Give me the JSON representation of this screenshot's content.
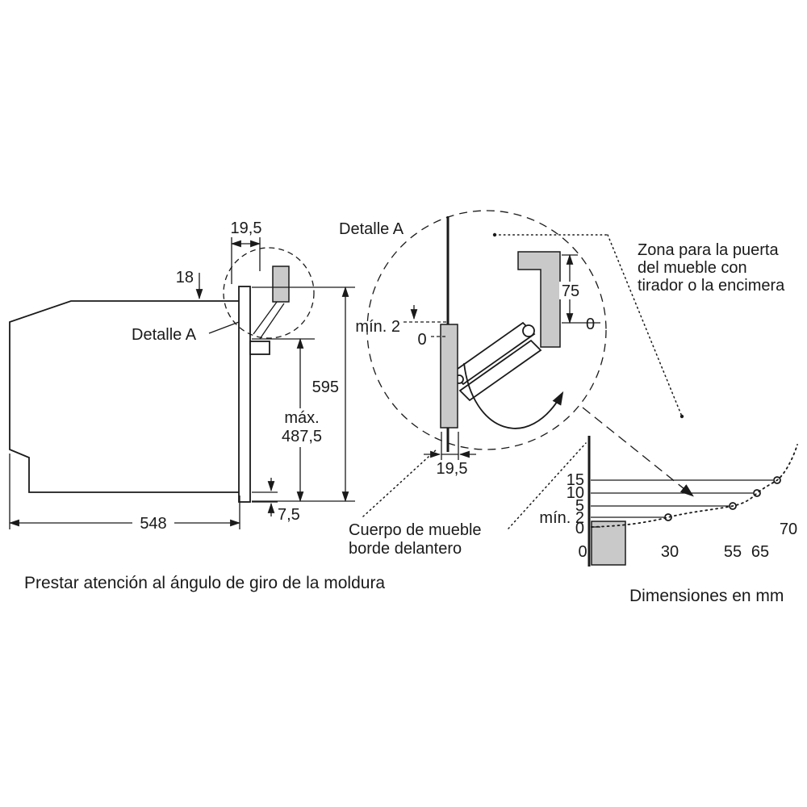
{
  "palette": {
    "line": "#1a1a1a",
    "gray_fill": "#c9c9c9",
    "background": "#ffffff"
  },
  "labels": {
    "detail_a": "Detalle A",
    "note_bottom": "Prestar atención al ángulo de giro de la moldura",
    "units_note": "Dimensiones en mm",
    "zona": [
      "Zona para la puerta",
      "del mueble con",
      "tirador o la encimera"
    ],
    "cuerpo": [
      "Cuerpo de mueble",
      "borde delantero"
    ]
  },
  "oven": {
    "front_frame_width": "19,5",
    "top_clearance": "18",
    "height": "595",
    "max_label": "máx.",
    "max_value": "487,5",
    "depth": "548",
    "front_overhang": "7,5"
  },
  "detail": {
    "min_gap": "mín. 2",
    "zero_gap": "0",
    "door_height": "75",
    "zero_top": "0",
    "front_thickness": "19,5"
  },
  "chart_data": {
    "type": "line",
    "y_labels": [
      "15",
      "10",
      "5",
      "mín. 2",
      "0"
    ],
    "x_labels": [
      "0",
      "30",
      "55",
      "65",
      "70"
    ],
    "points": [
      {
        "x": 0,
        "y": 0
      },
      {
        "x": 30,
        "y": 2
      },
      {
        "x": 55,
        "y": 5
      },
      {
        "x": 65,
        "y": 10
      },
      {
        "x": 70,
        "y": 15
      }
    ],
    "note": "Dimensiones en mm"
  }
}
